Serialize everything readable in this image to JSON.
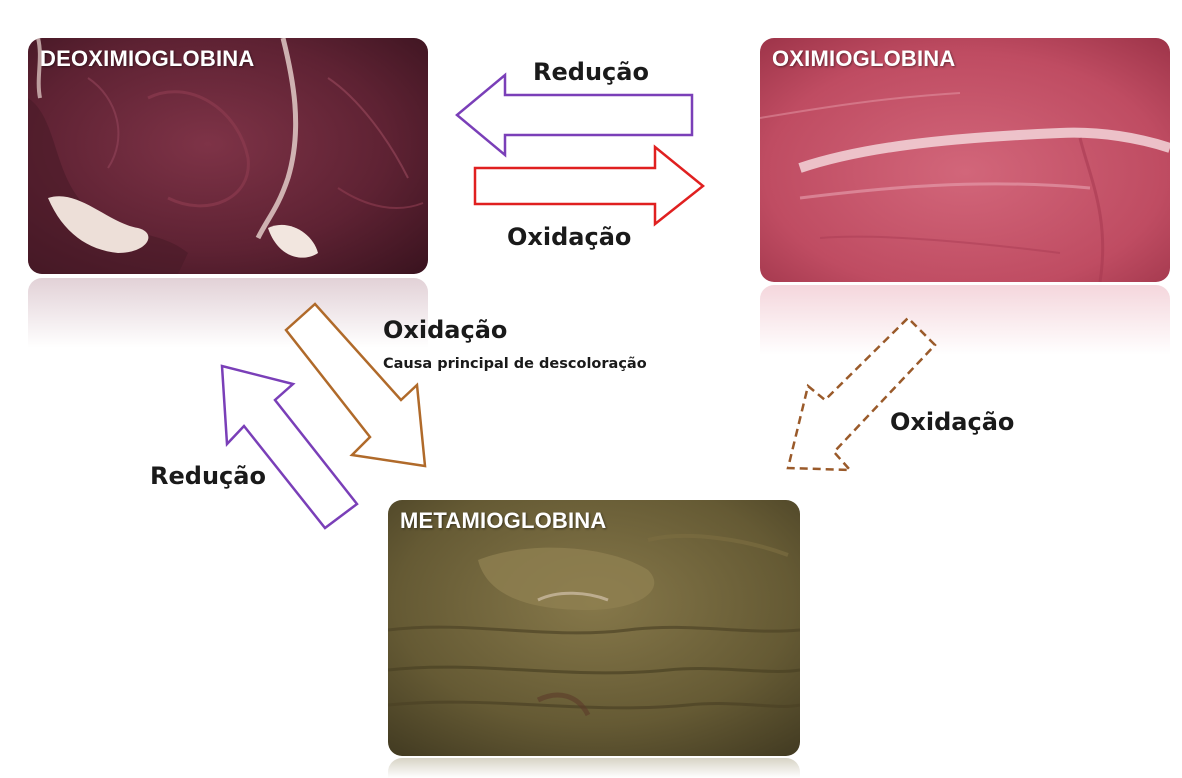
{
  "diagram": {
    "nodes": {
      "deoxy": {
        "label": "DEOXIMIOGLOBINA",
        "color": "#6e2a3a"
      },
      "oxy": {
        "label": "OXIMIOGLOBINA",
        "color": "#c9566c"
      },
      "meta": {
        "label": "METAMIOGLOBINA",
        "color": "#6b5e34"
      }
    },
    "edges": {
      "oxy_to_deoxy": {
        "label": "Redução",
        "color": "#7a3fb8",
        "style": "solid"
      },
      "deoxy_to_oxy": {
        "label": "Oxidação",
        "color": "#e02020",
        "style": "solid"
      },
      "deoxy_to_meta": {
        "label": "Oxidação",
        "sublabel": "Causa principal de descoloração",
        "color": "#b06a2a",
        "style": "solid"
      },
      "meta_to_deoxy": {
        "label": "Redução",
        "color": "#7a3fb8",
        "style": "solid"
      },
      "oxy_to_meta": {
        "label": "Oxidação",
        "color": "#9a5a2a",
        "style": "dashed"
      }
    }
  }
}
